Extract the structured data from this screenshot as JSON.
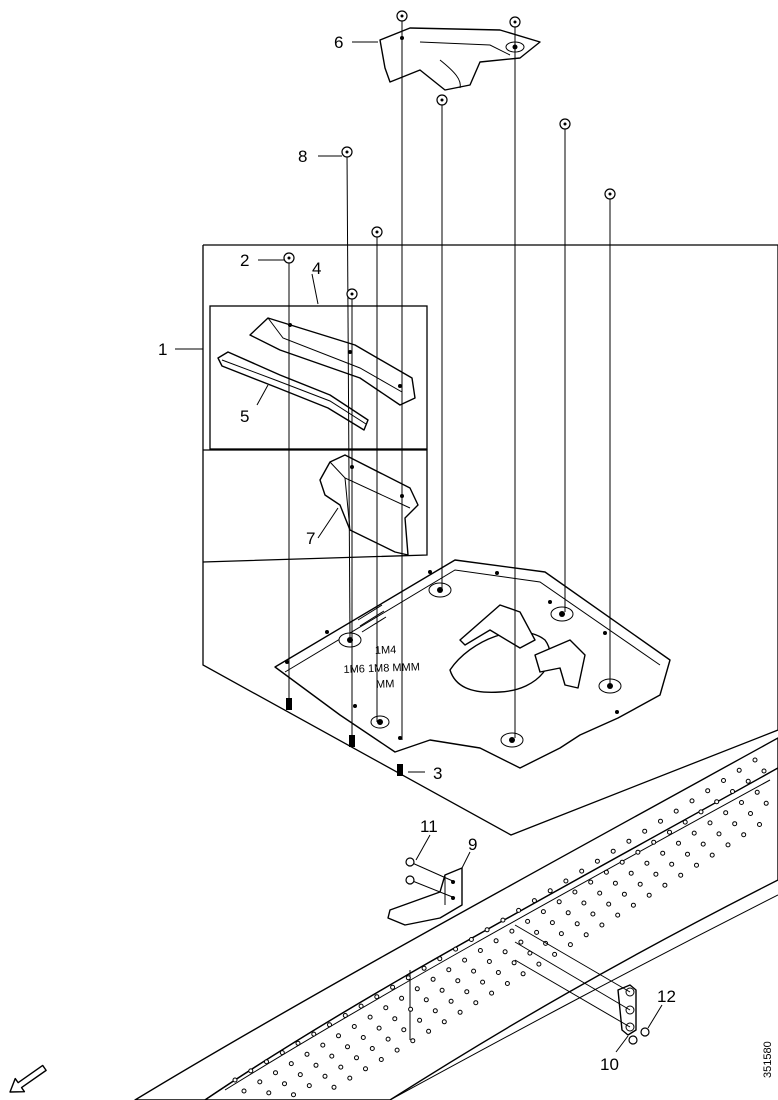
{
  "callouts": {
    "c1": "1",
    "c2": "2",
    "c3": "3",
    "c4": "4",
    "c5": "5",
    "c6": "6",
    "c7": "7",
    "c8": "8",
    "c9": "9",
    "c10": "10",
    "c11": "11",
    "c12": "12"
  },
  "figure_id": "351580",
  "plate_marking": {
    "line1": "1M4",
    "line2": "1M6 1M8 MMM",
    "line3": "MM"
  },
  "icons": {
    "direction": "forward-arrow-icon"
  },
  "colors": {
    "line": "#000000",
    "background": "#ffffff"
  }
}
